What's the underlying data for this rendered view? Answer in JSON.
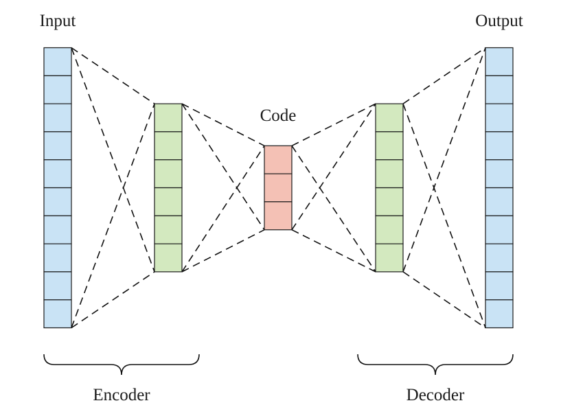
{
  "labels": {
    "input": "Input",
    "output": "Output",
    "code": "Code",
    "encoder": "Encoder",
    "decoder": "Decoder"
  },
  "layers": [
    {
      "role": "input",
      "cells": 10,
      "color": "#c9e3f5"
    },
    {
      "role": "hidden",
      "cells": 6,
      "color": "#d3e9bf"
    },
    {
      "role": "code",
      "cells": 3,
      "color": "#f4c1b5"
    },
    {
      "role": "hidden",
      "cells": 6,
      "color": "#d3e9bf"
    },
    {
      "role": "output",
      "cells": 10,
      "color": "#c9e3f5"
    }
  ]
}
